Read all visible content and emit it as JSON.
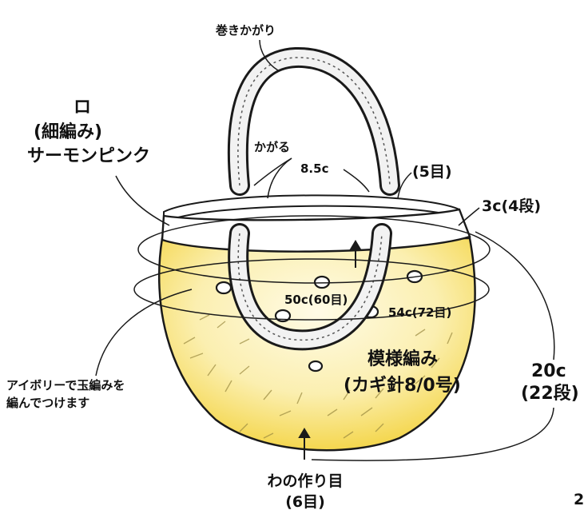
{
  "labels": {
    "handle_wrap": "巻きかがり",
    "trim_symbol": "ロ",
    "trim_stitch": "(細編み)",
    "trim_color": "サーモンピンク",
    "attach": "かがる",
    "handle_width": "8.5c",
    "handle_stitches": "(5目)",
    "rim_height": "3c(4段)",
    "inner_circ": "50c(60目)",
    "outer_circ": "54c(72目)",
    "pattern_line1": "模様編み",
    "pattern_line2": "(カギ針8/0号)",
    "bobble_line1": "アイボリーで玉編みを",
    "bobble_line2": "編んでつけます",
    "height_line1": "20c",
    "height_line2": "(22段)",
    "start_line1": "わの作り目",
    "start_line2": "(6目)",
    "edge_mark": "2"
  },
  "colors": {
    "body_yellow": "#f6dc58",
    "body_light": "#fbefb0",
    "line": "#1a1a1a",
    "rim_white": "#ffffff",
    "handle_fill": "#f2f2f2"
  }
}
